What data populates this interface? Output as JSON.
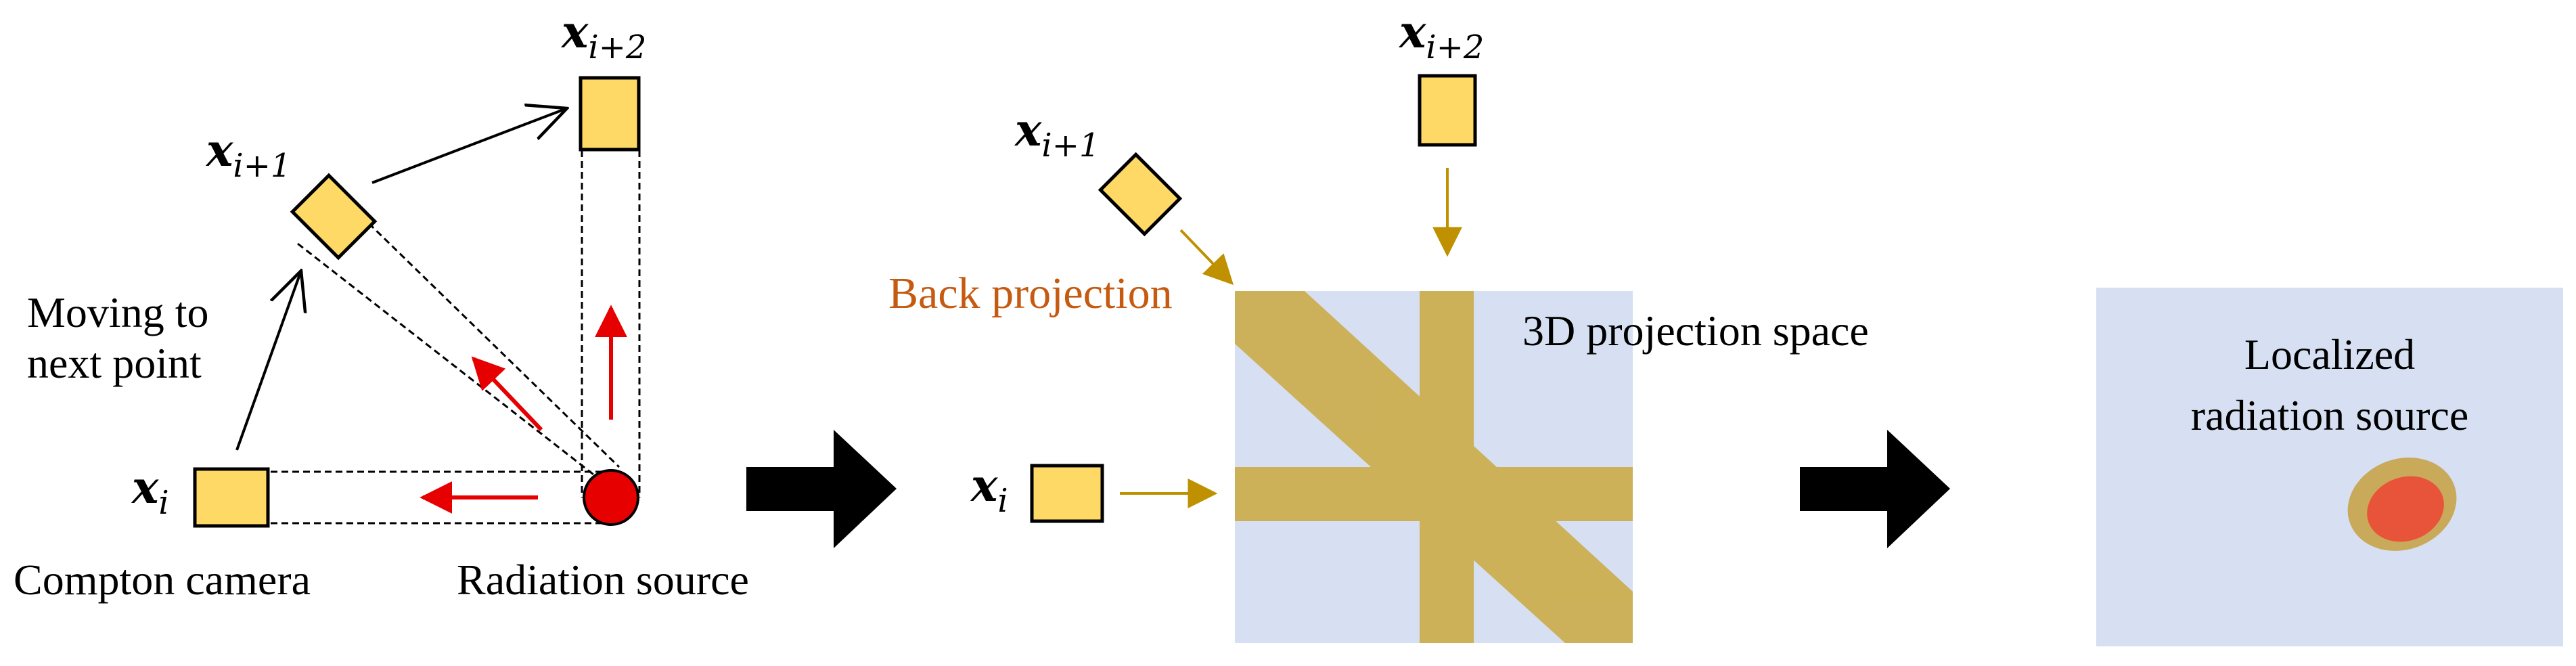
{
  "colors": {
    "camera_fill": "#ffd966",
    "camera_stroke": "#000000",
    "source_fill": "#e60000",
    "arrow_red": "#e60000",
    "arrow_gold": "#bf9000",
    "band_gold": "#c9a227",
    "space_fill": "#d6e0f2",
    "hotspot_outer": "#c9a95a",
    "hotspot_inner": "#e8543a",
    "back_projection_text": "#c55a11",
    "flow_arrow": "#000000"
  },
  "panel1": {
    "label_xi": "x",
    "label_xi_sub": "i",
    "label_xi1": "x",
    "label_xi1_sub": "i+1",
    "label_xi2": "x",
    "label_xi2_sub": "i+2",
    "moving_line1": "Moving to",
    "moving_line2": "next point",
    "camera_caption": "Compton camera",
    "source_caption": "Radiation source"
  },
  "panel2": {
    "label_xi": "x",
    "label_xi_sub": "i",
    "label_xi1": "x",
    "label_xi1_sub": "i+1",
    "label_xi2": "x",
    "label_xi2_sub": "i+2",
    "back_projection": "Back projection",
    "space_label": "3D projection space"
  },
  "panel3": {
    "line1": "Localized",
    "line2": "radiation source"
  },
  "icons": {
    "flow_arrow_1": "right-arrow-icon",
    "flow_arrow_2": "right-arrow-icon"
  }
}
